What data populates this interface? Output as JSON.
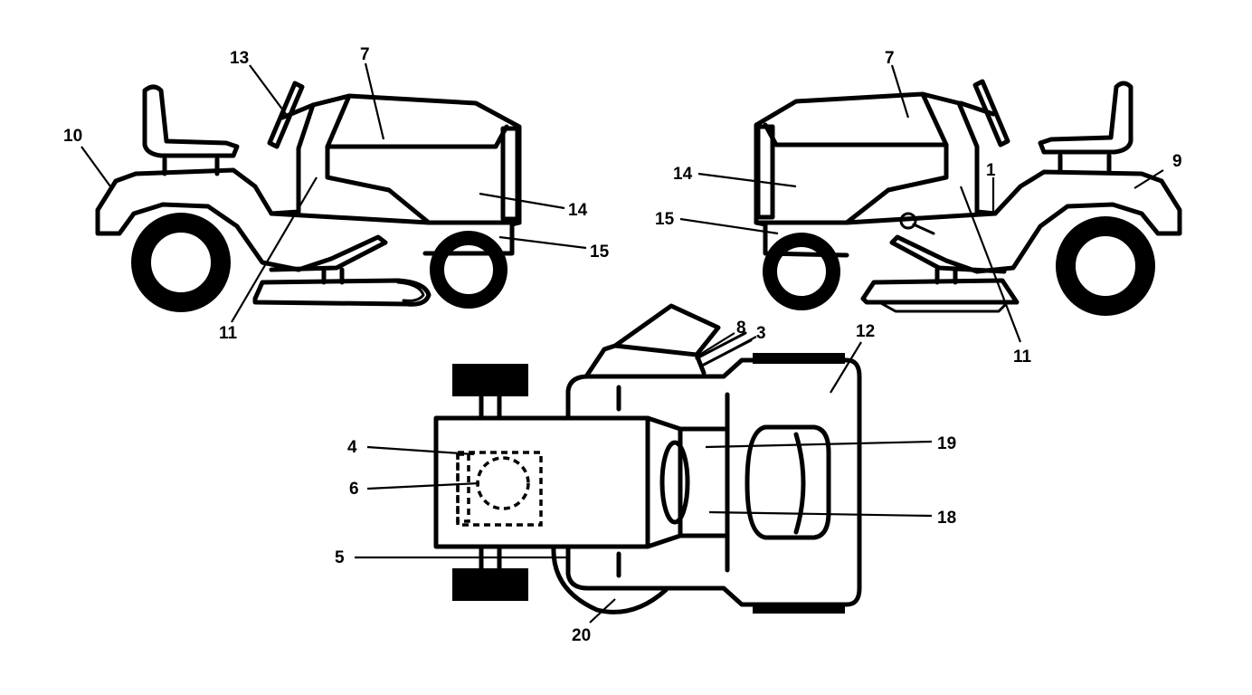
{
  "callouts": {
    "left": {
      "n10": "10",
      "n13": "13",
      "n7": "7",
      "n14": "14",
      "n15": "15",
      "n11": "11"
    },
    "right": {
      "n7": "7",
      "n14": "14",
      "n15": "15",
      "n1": "1",
      "n9": "9",
      "n11": "11"
    },
    "top": {
      "n8": "8",
      "n3": "3",
      "n12": "12",
      "n4": "4",
      "n6": "6",
      "n19": "19",
      "n18": "18",
      "n5": "5",
      "n20": "20"
    }
  },
  "colors": {
    "line": "#000000",
    "background": "#ffffff"
  }
}
